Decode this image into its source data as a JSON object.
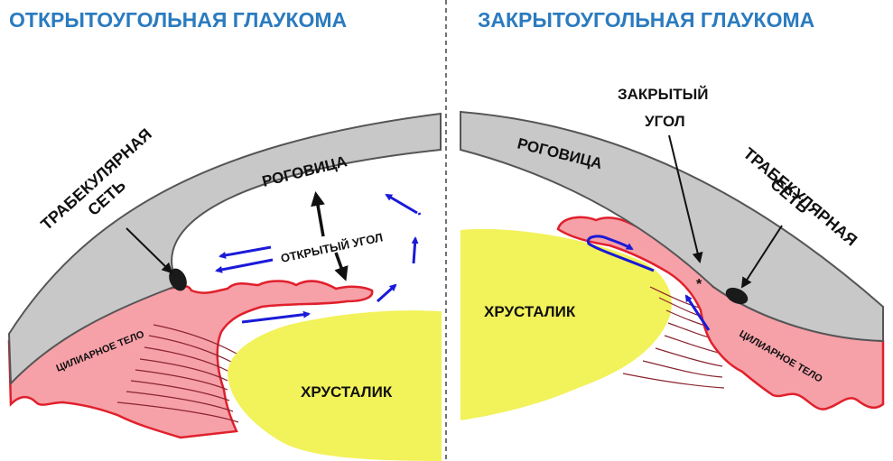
{
  "left": {
    "title": "ОТКРЫТОУГОЛЬНАЯ ГЛАУКОМА",
    "labels": {
      "cornea": "РОГОВИЦА",
      "trabecular_line1": "ТРАБЕКУЛЯРНАЯ",
      "trabecular_line2": "СЕТЬ",
      "angle": "ОТКРЫТЫЙ УГОЛ",
      "ciliary": "ЦИЛИАРНОЕ ТЕЛО",
      "lens": "ХРУСТАЛИК"
    }
  },
  "right": {
    "title": "ЗАКРЫТОУГОЛЬНАЯ ГЛАУКОМА",
    "labels": {
      "angle_line1": "ЗАКРЫТЫЙ",
      "angle_line2": "УГОЛ",
      "cornea": "РОГОВИЦА",
      "trabecular_line1": "ТРАБЕКУЛЯРНАЯ",
      "trabecular_line2": "СЕТЬ",
      "lens": "ХРУСТАЛИК",
      "ciliary": "ЦИЛИАРНОЕ ТЕЛО",
      "asterisk": "*"
    }
  },
  "colors": {
    "title": "#2b7bbf",
    "cornea": "#c8c8c8",
    "iris": "#f6a0a8",
    "iris_outline": "#e0202c",
    "lens": "#f2f25a",
    "flow_arrow": "#1a1ad8",
    "mesh": "#1a1a1a"
  }
}
